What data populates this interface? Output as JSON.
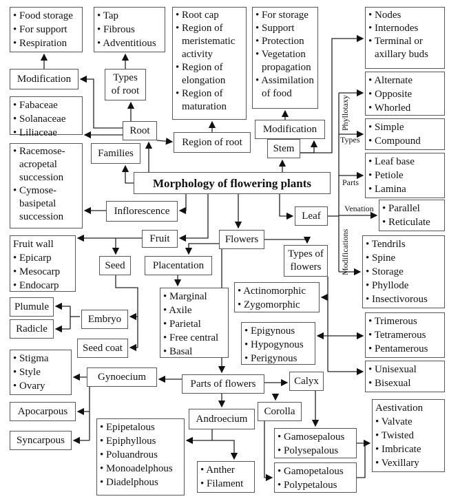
{
  "title": "Morphology of flowering plants",
  "root": {
    "label": "Root",
    "modification": "Modification",
    "modification_items": [
      "Food storage",
      "For support",
      "Respiration"
    ],
    "types_label": "Types of root",
    "types": [
      "Tap",
      "Fibrous",
      "Adventitious"
    ],
    "region_label": "Region of root",
    "regions": [
      "Root cap",
      "Region of meristematic activity",
      "Region of elongation",
      "Region of maturation"
    ]
  },
  "families": {
    "label": "Families",
    "items": [
      "Fabaceae",
      "Solanaceae",
      "Liliaceae"
    ]
  },
  "inflorescence": {
    "label": "Inflorescence",
    "items": [
      "Racemose-acropetal succession",
      "Cymose-basipetal succession"
    ]
  },
  "stem": {
    "label": "Stem",
    "modification": "Modification",
    "modification_items": [
      "For storage",
      "Support",
      "Protection",
      "Vegetation propagation",
      "Assimilation of food"
    ],
    "parts": [
      "Nodes",
      "Internodes",
      "Terminal or axillary buds"
    ]
  },
  "leaf": {
    "label": "Leaf",
    "phyllotaxy_label": "Phyllotaxy",
    "phyllotaxy": [
      "Alternate",
      "Opposite",
      "Whorled"
    ],
    "types_label": "Types",
    "types": [
      "Simple",
      "Compound"
    ],
    "parts_label": "Parts",
    "parts": [
      "Leaf base",
      "Petiole",
      "Lamina"
    ],
    "venation_label": "Venation",
    "venation": [
      "Parallel",
      "Reticulate"
    ],
    "modifications_label": "Modifications",
    "modifications": [
      "Tendrils",
      "Spine",
      "Storage",
      "Phyllode",
      "Insectivorous"
    ]
  },
  "fruit": {
    "label": "Fruit",
    "wall_label": "Fruit wall",
    "wall": [
      "Epicarp",
      "Mesocarp",
      "Endocarp"
    ]
  },
  "seed": {
    "label": "Seed",
    "embryo": "Embryo",
    "plumule": "Plumule",
    "radicle": "Radicle",
    "seed_coat": "Seed coat"
  },
  "flowers": {
    "label": "Flowers",
    "placentation_label": "Placentation",
    "placentation": [
      "Marginal",
      "Axile",
      "Parietal",
      "Free central",
      "Basal"
    ],
    "types_label": "Types of flowers",
    "symmetry": [
      "Actinomorphic",
      "Zygomorphic"
    ],
    "ovary_position": [
      "Epigynous",
      "Hypogynous",
      "Perigynous"
    ],
    "merous": [
      "Trimerous",
      "Tetramerous",
      "Pentamerous"
    ],
    "sex": [
      "Unisexual",
      "Bisexual"
    ]
  },
  "parts": {
    "label": "Parts of flowers",
    "gynoecium": "Gynoecium",
    "gynoecium_items": [
      "Stigma",
      "Style",
      "Ovary"
    ],
    "apocarpous": "Apocarpous",
    "syncarpous": "Syncarpous",
    "calyx": "Calyx",
    "calyx_items": [
      "Gamosepalous",
      "Polysepalous"
    ],
    "corolla": "Corolla",
    "corolla_items": [
      "Gamopetalous",
      "Polypetalous"
    ],
    "aestivation_label": "Aestivation",
    "aestivation": [
      "Valvate",
      "Twisted",
      "Imbricate",
      "Vexillary"
    ],
    "androecium": "Androecium",
    "androecium_items": [
      "Epipetalous",
      "Epiphyllous",
      "Poluandrous",
      "Monoadelphous",
      "Diadelphous"
    ],
    "stamen_parts": [
      "Anther",
      "Filament"
    ]
  }
}
